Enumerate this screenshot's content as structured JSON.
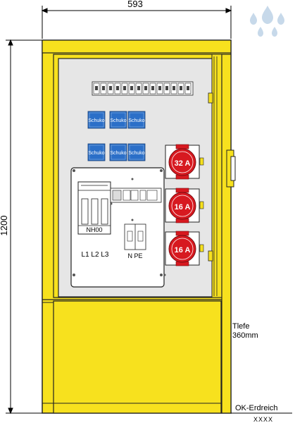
{
  "dimensions": {
    "width_label": "593",
    "height_label": "1200",
    "depth_label_line1": "Tlefe",
    "depth_label_line2": "360mm",
    "ground_label": "OK-Erdreich",
    "ground_hatch": "XXXX"
  },
  "cabinet": {
    "body_color": "#f7e11e",
    "panel_color": "#e6e6e6",
    "outline_color": "#222222"
  },
  "schuko_sockets": {
    "label": "Schuko",
    "color": "#2b6fc8",
    "rows": 2,
    "per_row": 3
  },
  "cee_sockets": [
    {
      "label": "32 A"
    },
    {
      "label": "16 A"
    },
    {
      "label": "16 A"
    }
  ],
  "distribution_panel": {
    "fuse_label": "NH00",
    "phases_label": "L1 L2 L3",
    "neutral_pe_label": "N PE"
  },
  "logo": {
    "name": "water-drop-logo",
    "color": "#c7d9ea"
  }
}
